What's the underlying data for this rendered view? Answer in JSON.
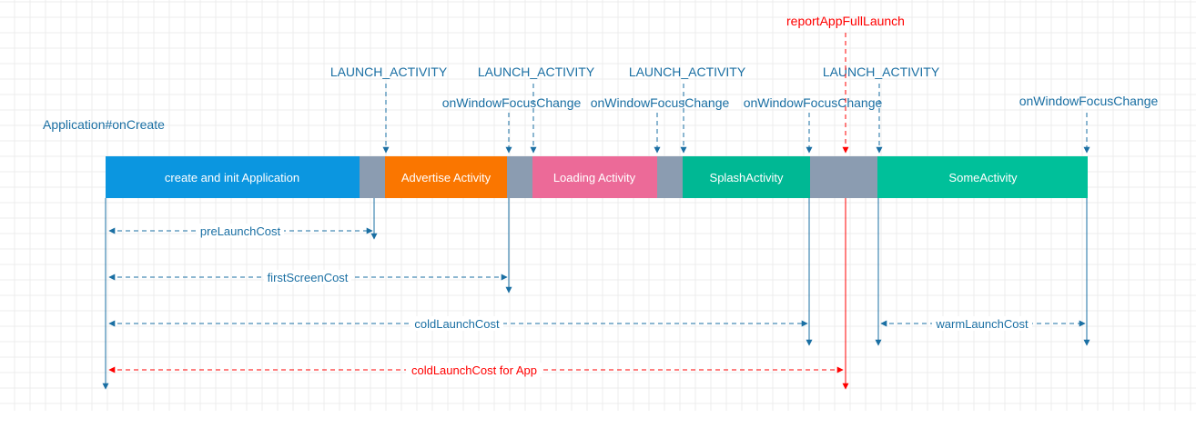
{
  "colors": {
    "blue": "#1a6fa3",
    "red": "#ff0000",
    "grid": "#e8e8e8",
    "seg_blue": "#0b96e0",
    "seg_gray": "#8b9cb1",
    "seg_orange": "#fa7600",
    "seg_pink": "#ec6a98",
    "seg_teal": "#00b894"
  },
  "segments": [
    {
      "id": "seg-create-app",
      "label": "create and init Application",
      "color": "#0b96e0"
    },
    {
      "id": "seg-gap-1",
      "label": "",
      "color": "#8b9cb1"
    },
    {
      "id": "seg-advertise",
      "label": "Advertise Activity",
      "color": "#fa7600"
    },
    {
      "id": "seg-gap-2",
      "label": "",
      "color": "#8b9cb1"
    },
    {
      "id": "seg-loading",
      "label": "Loading Activity",
      "color": "#ec6a98"
    },
    {
      "id": "seg-gap-3",
      "label": "",
      "color": "#8b9cb1"
    },
    {
      "id": "seg-splash",
      "label": "SplashActivity",
      "color": "#00b894"
    },
    {
      "id": "seg-gap-4",
      "label": "",
      "color": "#8b9cb1"
    },
    {
      "id": "seg-some",
      "label": "SomeActivity",
      "color": "#00c09a"
    }
  ],
  "top_labels": {
    "report": "reportAppFullLaunch",
    "application_oncreate": "Application#onCreate",
    "launch_1": "LAUNCH_ACTIVITY",
    "launch_2": "LAUNCH_ACTIVITY",
    "launch_3": "LAUNCH_ACTIVITY",
    "launch_4": "LAUNCH_ACTIVITY",
    "focus_1": "onWindowFocusChange",
    "focus_2": "onWindowFocusChange",
    "focus_3": "onWindowFocusChange",
    "focus_4": "onWindowFocusChange"
  },
  "costs": {
    "pre_launch": "preLaunchCost",
    "first_screen": "firstScreenCost",
    "cold_launch": "coldLaunchCost",
    "warm_launch": "warmLaunchCost",
    "cold_launch_app": "coldLaunchCost for App"
  }
}
